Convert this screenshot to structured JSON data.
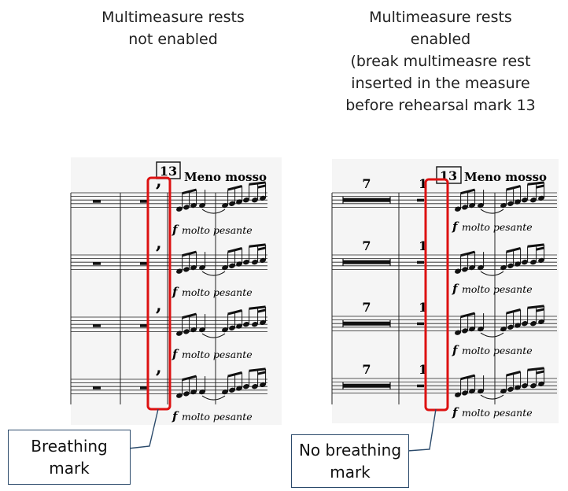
{
  "left_heading": {
    "line1": "Multimeasure rests",
    "line2": "not enabled"
  },
  "right_heading": {
    "line1": "Multimeasure rests",
    "line2": "enabled",
    "line3": "(break multimeasre rest",
    "line4": "inserted in the measure",
    "line5": "before rehearsal mark 13"
  },
  "score": {
    "rehearsal_mark": "13",
    "tempo": "Meno mosso",
    "dynamic": "f",
    "expression": "molto pesante",
    "breath_mark": ",",
    "multirest_count": "7",
    "partial_digit": "1"
  },
  "left_callout": {
    "line1": "Breathing",
    "line2": "mark"
  },
  "right_callout": {
    "line1": "No breathing",
    "line2": "mark"
  },
  "colors": {
    "highlight": "#dd1111",
    "callout_border": "#2b4a6b",
    "panel": "#f5f5f5"
  }
}
